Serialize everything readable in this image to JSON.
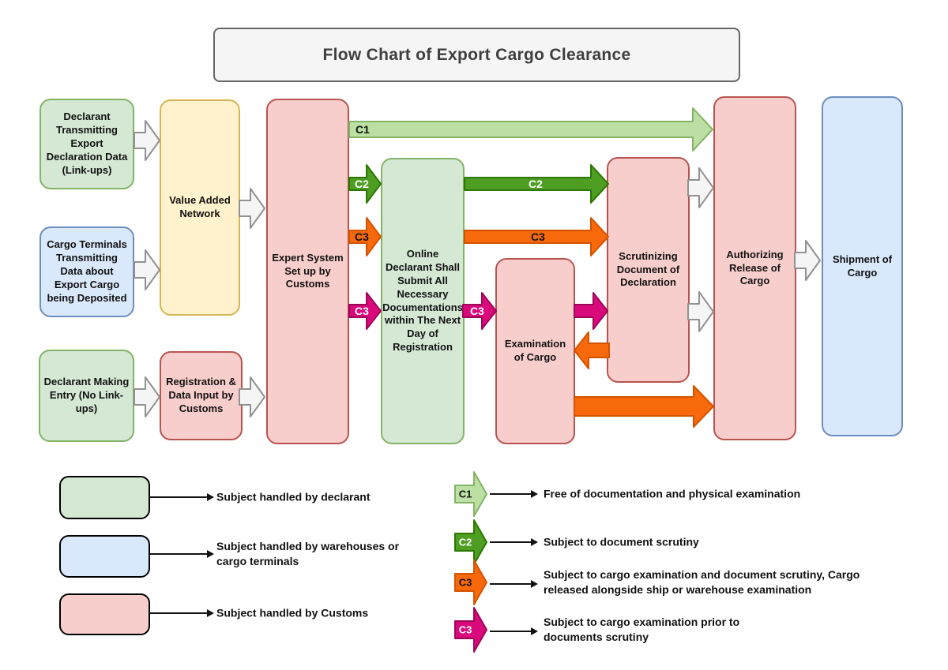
{
  "title": "Flow Chart of Export Cargo Clearance",
  "nodes": {
    "declarant_linkups": "Declarant Transmitting Export Declaration Data (Link-ups)",
    "cargo_terminals": "Cargo Terminals Transmitting Data about Export Cargo being Deposited",
    "declarant_no_linkups": "Declarant Making Entry (No Link-ups)",
    "value_added_network": "Value Added Network",
    "registration": "Registration & Data Input by Customs",
    "expert_system": "Expert System Set up by Customs",
    "online_declarant": "Online Declarant Shall Submit All Necessary Documentations within The Next Day of Registration",
    "examination": "Examination of Cargo",
    "scrutinizing": "Scrutinizing Document of Declaration",
    "authorizing": "Authorizing Release of Cargo",
    "shipment": "Shipment of Cargo"
  },
  "arrow_labels": {
    "c1": "C1",
    "c2": "C2",
    "c3": "C3"
  },
  "legend": {
    "boxes": [
      {
        "type": "green",
        "label": "Subject handled by declarant"
      },
      {
        "type": "blue",
        "label": "Subject handled by warehouses or cargo terminals"
      },
      {
        "type": "pink",
        "label": "Subject handled by Customs"
      }
    ],
    "arrows": [
      {
        "code": "C1",
        "label": "Free of documentation and physical examination"
      },
      {
        "code": "C2",
        "label": "Subject to document scrutiny"
      },
      {
        "code": "C3",
        "label": "Subject to cargo examination and document scrutiny, Cargo released alongside ship or warehouse examination"
      },
      {
        "code": "C3",
        "label": "Subject to cargo examination prior to documents scrutiny"
      }
    ]
  },
  "colors": {
    "node_green": "#d5e8d4",
    "node_blue": "#dae8fc",
    "node_pink": "#f8cecc",
    "node_yellow": "#fff2cc",
    "c1_arrow": "#bcdfa4",
    "c2_arrow": "#4d9e22",
    "c3_orange_arrow": "#f8690b",
    "c3_magenta_arrow": "#d9097c",
    "grey_arrow": "#f5f5f5"
  }
}
